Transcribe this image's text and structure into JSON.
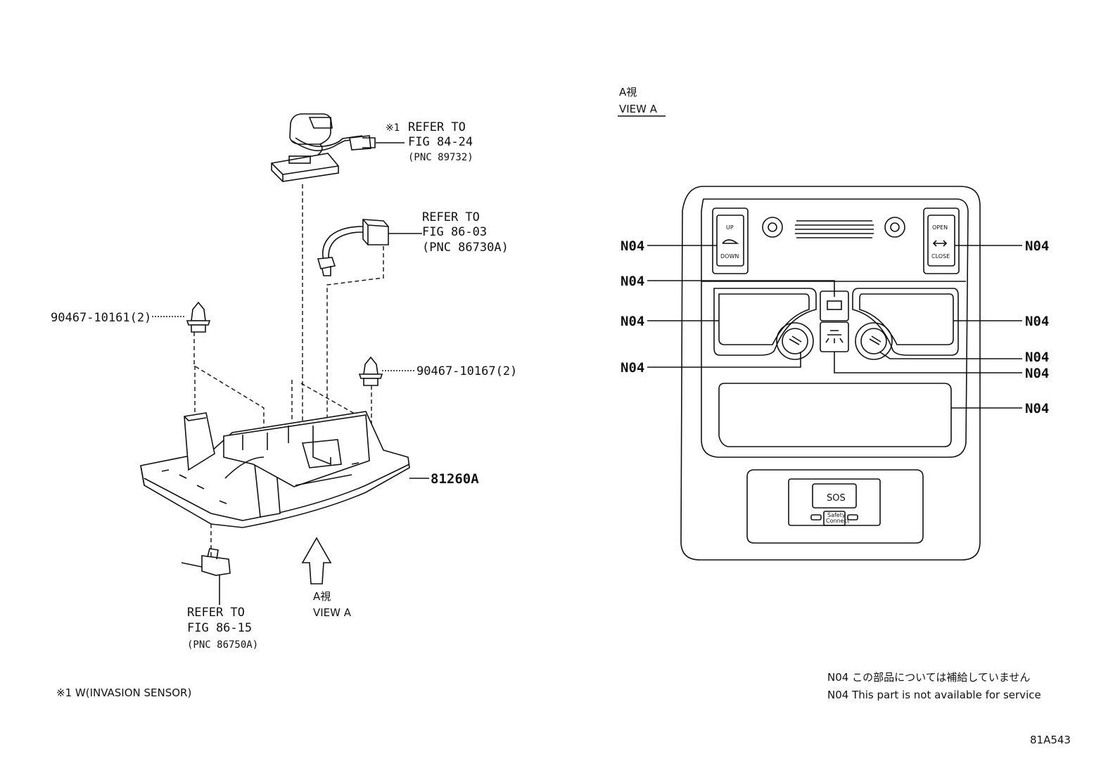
{
  "left": {
    "ref_sensor": {
      "mark": "※1",
      "line1": "REFER TO",
      "line2": "FIG 84-24",
      "line3": "(PNC 89732)"
    },
    "ref_harness": {
      "line1": "REFER TO",
      "line2": "FIG 86-03",
      "line3": "(PNC 86730A)"
    },
    "clip_a": "90467-10161(2)",
    "clip_b": "90467-10167(2)",
    "main_part": "81260A",
    "ref_lamp": {
      "line1": "REFER TO",
      "line2": "FIG 86-15",
      "line3": "(PNC 86750A)"
    },
    "view_arrow": {
      "jp": "A視",
      "en": "VIEW A"
    },
    "footnote": "※1 W(INVASION SENSOR)"
  },
  "right": {
    "view_title": {
      "jp": "A視",
      "en": "VIEW A"
    },
    "callouts": [
      "N04",
      "N04",
      "N04",
      "N04",
      "N04",
      "N04",
      "N04",
      "N04",
      "N04"
    ],
    "switch_left": {
      "top": "UP",
      "bottom": "DOWN"
    },
    "switch_right": {
      "top": "OPEN",
      "bottom": "CLOSE"
    },
    "sos_button": "SOS",
    "safety_connect": {
      "line1": "Safety",
      "line2": "Connect"
    }
  },
  "notes": {
    "jp": "N04 この部品については補給していません",
    "en": "N04 This part is not available for service"
  },
  "figure_code": "81A543"
}
